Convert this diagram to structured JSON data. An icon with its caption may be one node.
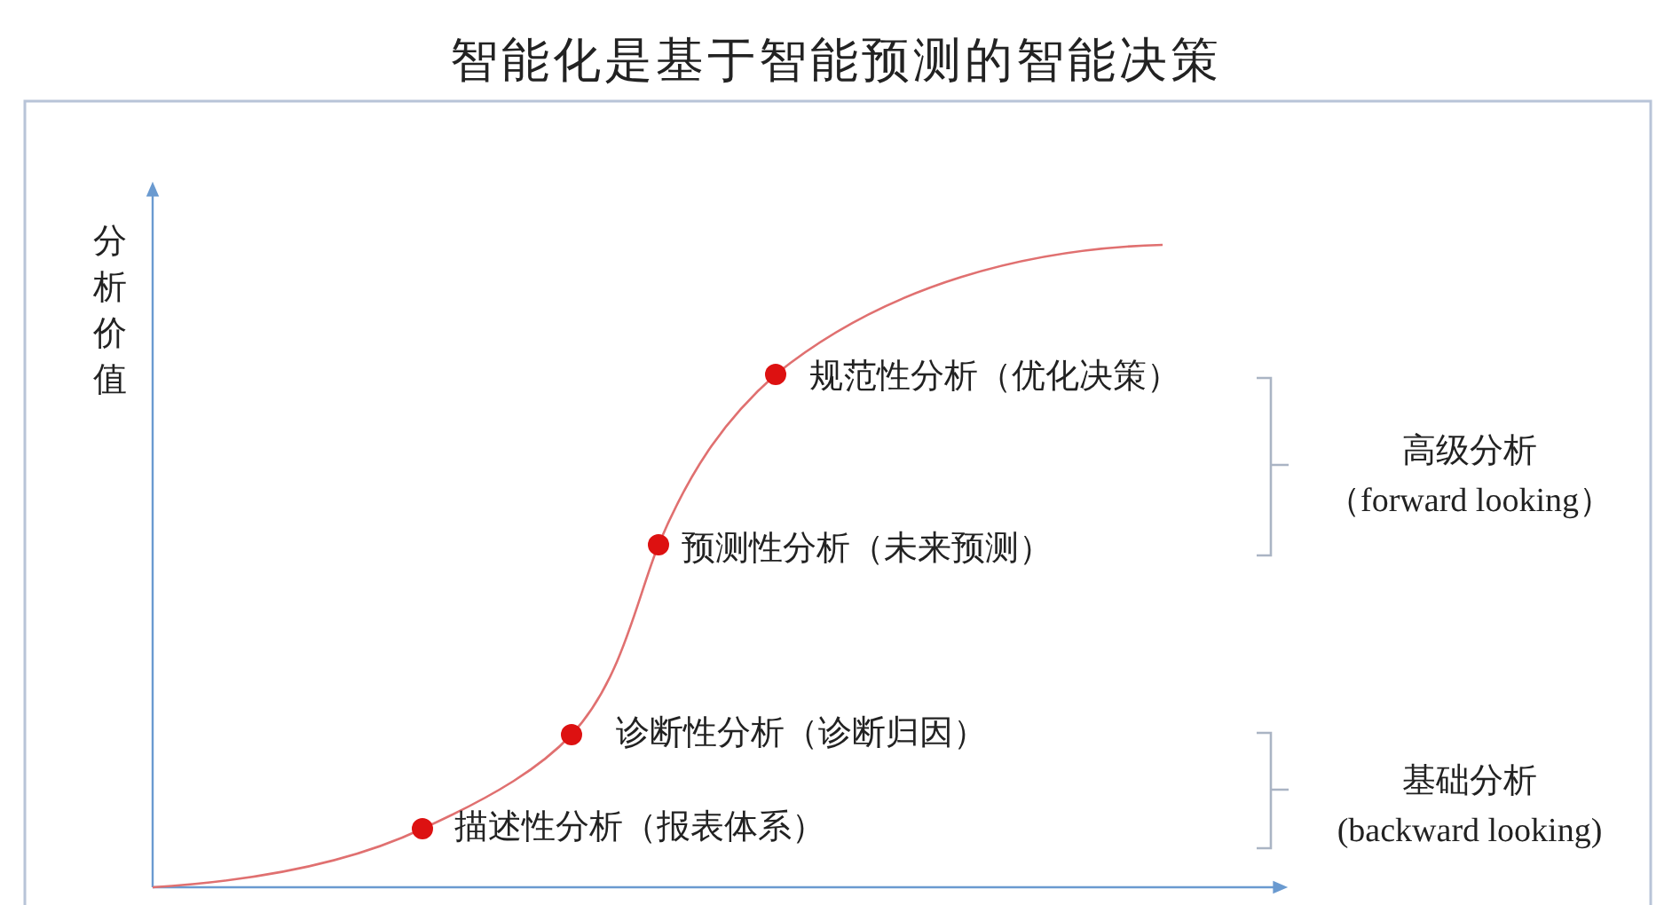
{
  "diagram": {
    "title": "智能化是基于智能预测的智能决策",
    "labels": [
      "分析价值",
      "规范性分析（优化决策）",
      "高级分析",
      "（forward looking）",
      "预测性分析（未来预测）",
      "诊断性分析（诊断归因）",
      "基础分析",
      "描述性分析（报表体系）",
      "(backward looking)"
    ]
  }
}
